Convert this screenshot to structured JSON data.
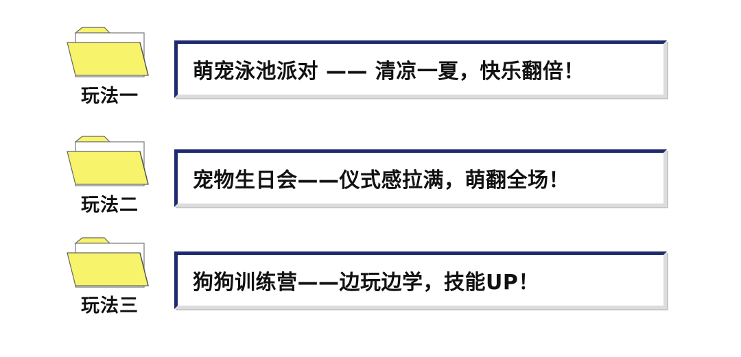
{
  "colors": {
    "folder_fill": "#f7f36a",
    "folder_outline": "#555555",
    "banner_border_dark": "#1f2a6e",
    "banner_border_light": "#dcdcdc",
    "text": "#111111"
  },
  "items": [
    {
      "label": "玩法一",
      "icon": "folder-icon",
      "title": "萌宠泳池派对 —— 清凉一夏，快乐翻倍！"
    },
    {
      "label": "玩法二",
      "icon": "folder-icon",
      "title": "宠物生日会——仪式感拉满，萌翻全场！"
    },
    {
      "label": "玩法三",
      "icon": "folder-icon",
      "title": "狗狗训练营——边玩边学，技能UP！"
    }
  ]
}
